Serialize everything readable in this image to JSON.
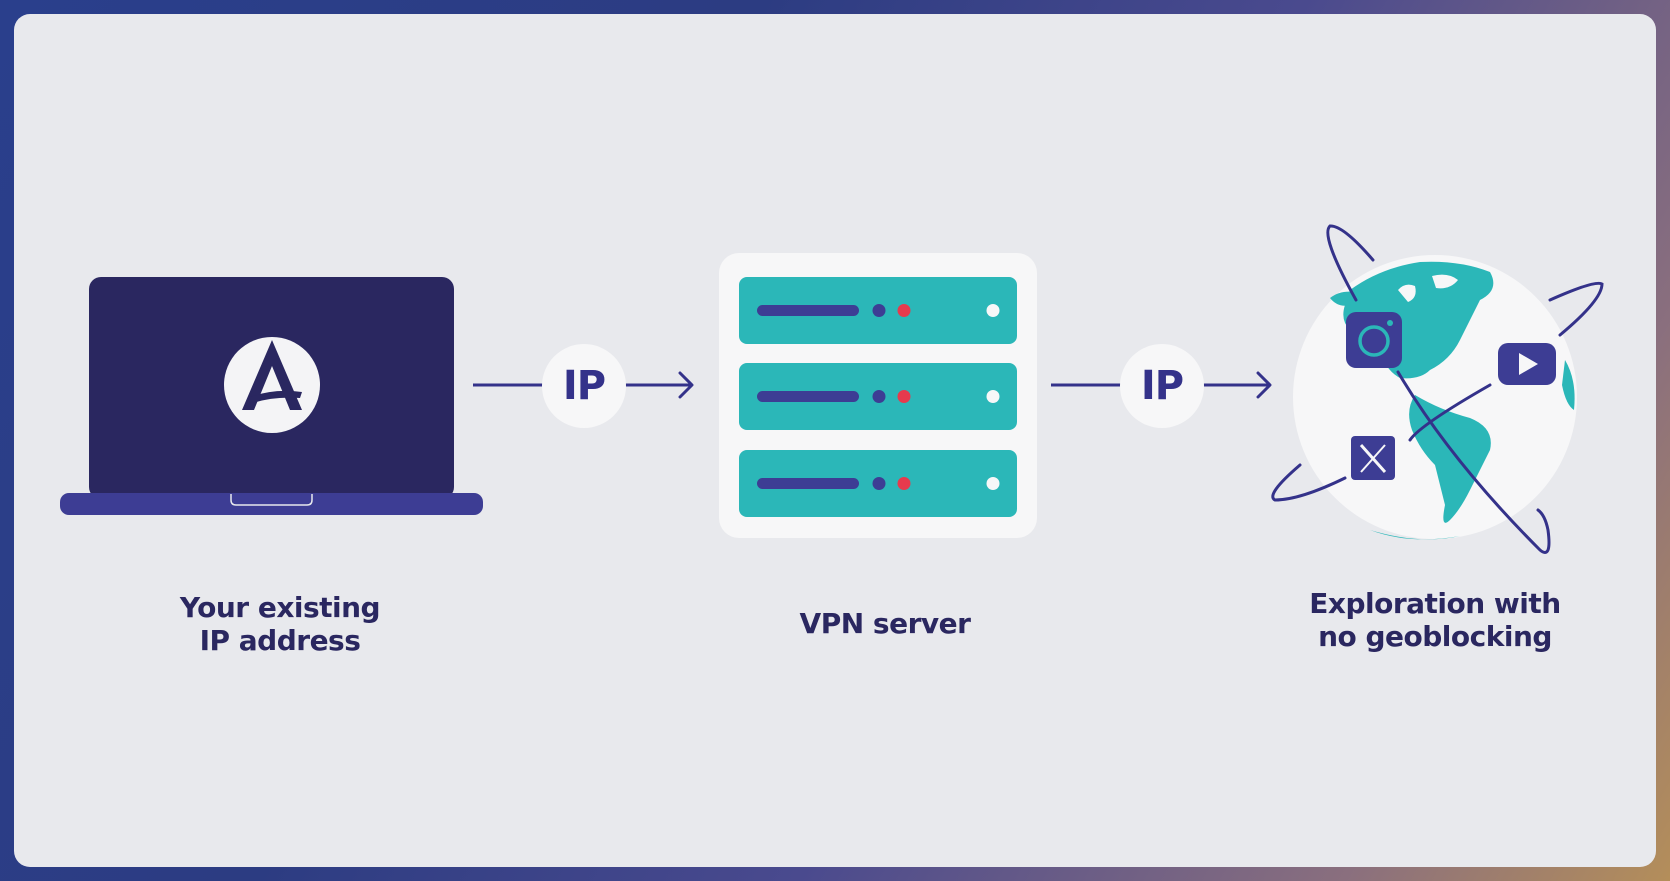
{
  "nodes": {
    "laptop_label": "Your existing\nIP address",
    "server_label": "VPN server",
    "globe_label": "Exploration with\nno geoblocking"
  },
  "connectors": {
    "first_badge": "IP",
    "second_badge": "IP"
  },
  "icons": [
    "brand-logo-icon",
    "server-rack-icon",
    "globe-icon",
    "instagram-icon",
    "youtube-icon",
    "x-icon"
  ],
  "colors": {
    "navy": "#2a2760",
    "indigo": "#3d3d94",
    "teal": "#2bb7b8",
    "red": "#e63a4d",
    "background": "#e8e9ed"
  }
}
